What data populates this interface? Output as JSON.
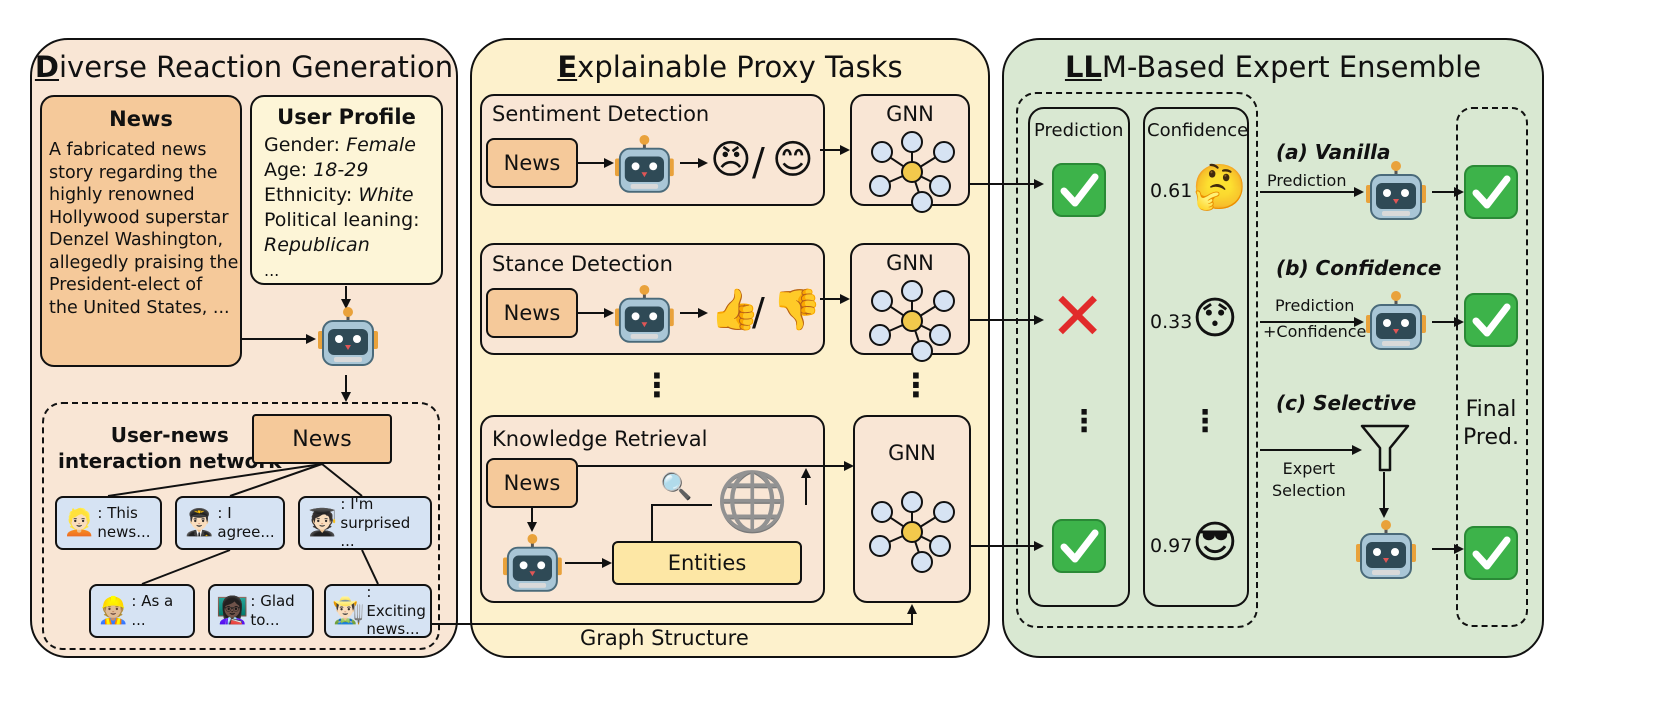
{
  "panels": {
    "diverse": {
      "title_initial": "D",
      "title_rest": "iverse Reaction Generation",
      "news_heading": "News",
      "news_lines": [
        "A fabricated news",
        "story regarding the",
        "highly renowned",
        "Hollywood superstar",
        "Denzel Washington,",
        "allegedly praising the",
        "President-elect of",
        "the United States, ..."
      ],
      "profile_heading": "User Profile",
      "profile_gender_label": "Gender:",
      "profile_gender_value": "Female",
      "profile_age_label": "Age:",
      "profile_age_value": "18-29",
      "profile_ethnicity_label": "Ethnicity:",
      "profile_ethnicity_value": "White",
      "profile_political_label": "Political leaning:",
      "profile_political_value": "Republican",
      "profile_more": "...",
      "network_label_line1": "User-news",
      "network_label_line2": "interaction network",
      "network_news": "News",
      "comments": [
        {
          "face": "👱🏻",
          "text_line1": ": This",
          "text_line2": "news..."
        },
        {
          "face": "👨🏻‍✈️",
          "text_line1": ": I agree...",
          "text_line2": ""
        },
        {
          "face": "🧑🏻‍🎓",
          "text_line1": ": I'm surprised",
          "text_line2": "..."
        },
        {
          "face": "👷🏼",
          "text_line1": ": As a ...",
          "text_line2": ""
        },
        {
          "face": "👩🏿‍🏫",
          "text_line1": ": Glad",
          "text_line2": "to..."
        },
        {
          "face": "👨🏻‍🌾",
          "text_line1": ": Exciting",
          "text_line2": "news..."
        }
      ]
    },
    "proxy": {
      "title_initial": "E",
      "title_rest": "xplainable Proxy Tasks",
      "sentiment_title": "Sentiment Detection",
      "stance_title": "Stance Detection",
      "knowledge_title": "Knowledge Retrieval",
      "news_label": "News",
      "entities_label": "Entities",
      "gnn_label": "GNN",
      "sentiment_emoji_a": "😠",
      "sentiment_emoji_b": "😊",
      "stance_emoji_a": "👍",
      "stance_emoji_b": "👎",
      "slash": "/",
      "search_icon": "🔍",
      "wiki_icon": "🌐",
      "vertical_dots": "⋮",
      "graph_structure_label": "Graph Structure"
    },
    "ensemble": {
      "title_initial": "LL",
      "title_rest": "M-Based Expert Ensemble",
      "prediction_header": "Prediction",
      "confidence_header": "Confidence",
      "confidences": [
        "0.61",
        "0.33",
        "0.97"
      ],
      "confidence_emojis": [
        "🤔",
        "😯",
        "😎"
      ],
      "cross_glyph": "✕",
      "vertical_dots": "⋮",
      "vanilla_label": "(a) Vanilla",
      "vanilla_arrow_label": "Prediction",
      "confidence_label": "(b) Confidence",
      "confidence_arrow_line1": "Prediction",
      "confidence_arrow_line2": "+Confidence",
      "selective_label": "(c) Selective",
      "expert_selection_line1": "Expert",
      "expert_selection_line2": "Selection",
      "final_line1": "Final",
      "final_line2": "Pred."
    }
  },
  "colors": {
    "peach_panel": "#f9e6d5",
    "yellow_panel": "#fdf1cc",
    "green_panel": "#d9e8d2",
    "news_fill": "#f5c99a",
    "cream_fill": "#fdf5d7",
    "entities_fill": "#fde7a5",
    "comment_fill": "#d6e3f3",
    "gnn_center": "#f2c94c",
    "gnn_node": "#d6e3f3",
    "check_green": "#3db34a",
    "cross_red": "#e12b2b"
  },
  "icons": [
    "robot-icon",
    "check-icon",
    "cross-icon",
    "funnel-icon",
    "gnn-graph-icon",
    "search-icon",
    "wikipedia-globe-icon"
  ]
}
